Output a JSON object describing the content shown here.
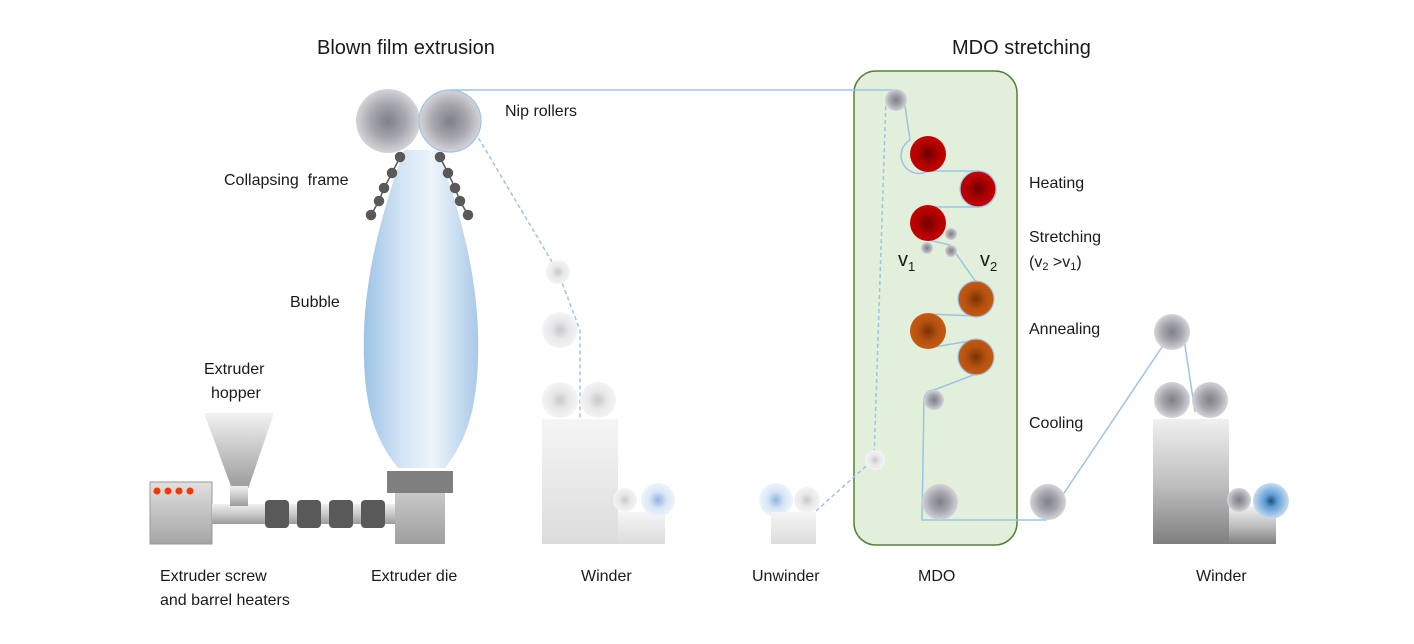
{
  "titles": {
    "blown": "Blown film extrusion",
    "mdo": "MDO stretching"
  },
  "labels": {
    "nip_rollers": "Nip rollers",
    "collapsing_frame": "Collapsing  frame",
    "bubble": "Bubble",
    "extruder_hopper_1": "Extruder",
    "extruder_hopper_2": "hopper",
    "extruder_screw_1": "Extruder screw",
    "extruder_screw_2": "and barrel heaters",
    "extruder_die": "Extruder die",
    "winder_left": "Winder",
    "unwinder": "Unwinder",
    "mdo": "MDO",
    "winder_right": "Winder",
    "heating": "Heating",
    "stretching": "Stretching",
    "stretching_cond_open": "(v",
    "stretching_cond_sub2": "2",
    "stretching_cond_mid": " >v",
    "stretching_cond_sub1": "1",
    "stretching_cond_close": ")",
    "annealing": "Annealing",
    "cooling": "Cooling",
    "v1": "v",
    "v1_sub": "1",
    "v2": "v",
    "v2_sub": "2"
  },
  "colors": {
    "mdo_box_fill": "#e2efda",
    "mdo_box_stroke": "#548235",
    "heating_roll": "#c00000",
    "annealing_roll": "#c55a11",
    "film_line": "#9dc3e6",
    "heater_dot": "#ff3300",
    "bubble": "#bdd7ee"
  },
  "icons": {
    "heaters": "heater-dots",
    "rollers": "roller-circle",
    "bubble": "film-bubble"
  }
}
